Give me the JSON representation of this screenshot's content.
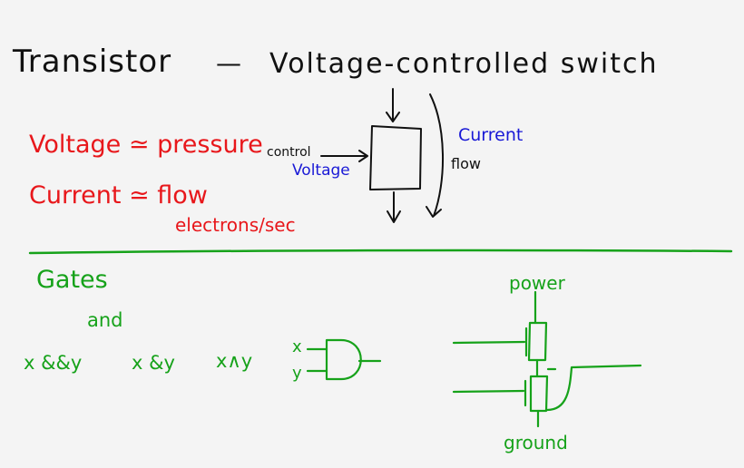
{
  "header": {
    "title": "Transistor",
    "dash": "—",
    "subtitle": "Voltage-controlled switch"
  },
  "analogy": {
    "voltage_line": "Voltage ≃ pressure",
    "current_line": "Current ≃ flow",
    "current_unit": "electrons/sec"
  },
  "transistor_diagram": {
    "control_label": "control",
    "voltage_label": "Voltage",
    "current_label": "Current",
    "flow_label": "flow"
  },
  "gates_section": {
    "heading": "Gates",
    "and_label": "and",
    "notation_1": "x &&y",
    "notation_2": "x &y",
    "notation_3": "x∧y",
    "input_x": "x",
    "input_y": "y",
    "power_label": "power",
    "ground_label": "ground"
  },
  "colors": {
    "black": "#111111",
    "red": "#e8171b",
    "blue": "#1919d6",
    "green": "#16a21a",
    "background": "#f4f4f4"
  }
}
